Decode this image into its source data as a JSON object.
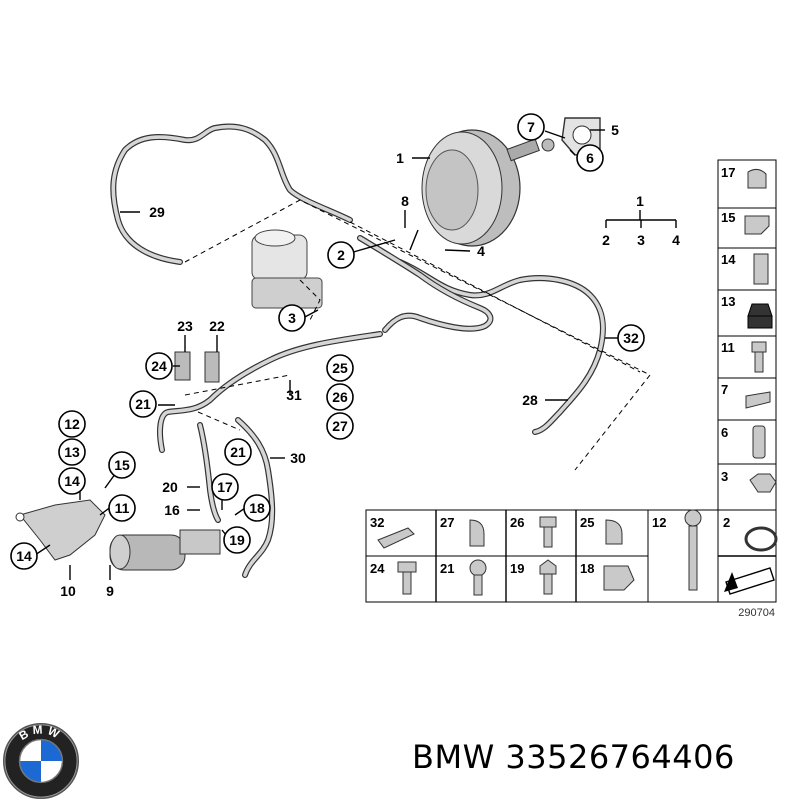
{
  "brand": {
    "logo_letters": "BMW",
    "caption": "BMW 33526764406"
  },
  "diagram": {
    "id_code": "290704",
    "callouts": [
      "1",
      "2",
      "3",
      "4",
      "5",
      "6",
      "7",
      "8",
      "9",
      "10",
      "11",
      "12",
      "13",
      "14",
      "14",
      "15",
      "16",
      "17",
      "18",
      "19",
      "20",
      "21",
      "21",
      "22",
      "23",
      "24",
      "25",
      "26",
      "27",
      "28",
      "29",
      "30",
      "31",
      "32"
    ],
    "legend": {
      "top": "1",
      "bottom": [
        "2",
        "3",
        "4"
      ]
    },
    "side_table": [
      "17",
      "15",
      "14",
      "13",
      "11",
      "7",
      "6",
      "3"
    ],
    "bottom_table_row1": [
      "32",
      "27",
      "26",
      "25",
      "12",
      "2"
    ],
    "bottom_table_row2": [
      "24",
      "21",
      "19",
      "18"
    ]
  }
}
